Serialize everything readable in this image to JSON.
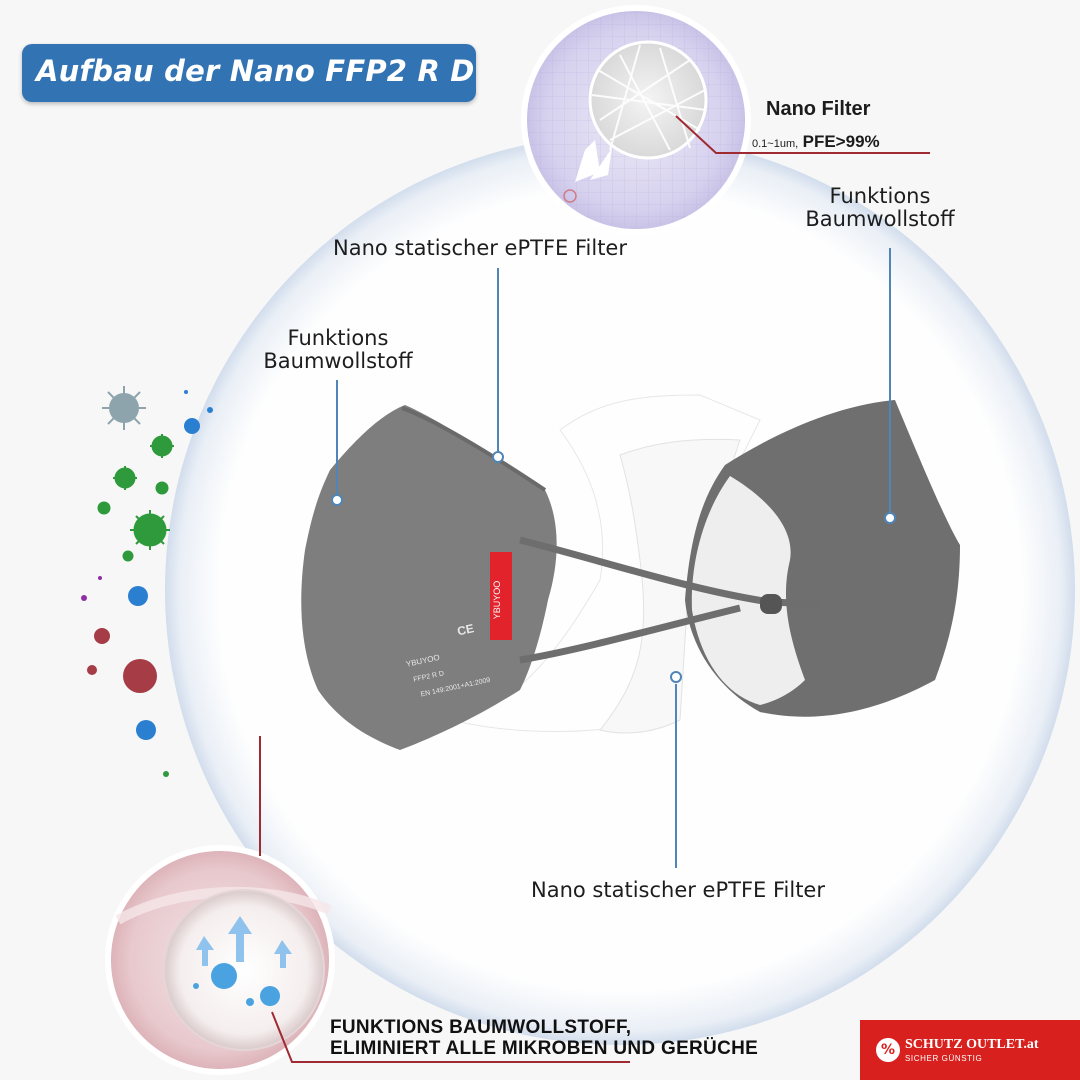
{
  "title": "Aufbau der Nano FFP2 R D",
  "labels": {
    "nano_filter_title": "Nano Filter",
    "nano_filter_spec_small": "0.1~1um,",
    "nano_filter_spec_big": "PFE>99%",
    "outer_left_line1": "Funktions",
    "outer_left_line2": "Baumwollstoff",
    "outer_right_line1": "Funktions",
    "outer_right_line2": "Baumwollstoff",
    "eptfe_top": "Nano statischer ePTFE Filter",
    "eptfe_bottom": "Nano statischer ePTFE Filter"
  },
  "mask_print": {
    "brand": "YBUYOO",
    "marking_1": "FFP2 R D",
    "marking_2": "EN 149:2001+A1:2009",
    "ce": "CE"
  },
  "caption": {
    "line1": "FUNKTIONS BAUMWOLLSTOFF,",
    "line2": "ELIMINIERT ALLE MIKROBEN UND GERÜCHE"
  },
  "logo": {
    "name": "SCHUTZ OUTLET.at",
    "tagline": "SICHER GÜNSTIG",
    "icon": "percent-badge-icon"
  },
  "colors": {
    "title_bg": "#3274b3",
    "callout_line": "#4f86b7",
    "accent_red": "#a02a31",
    "mask_gray": "#7c7c7c",
    "logo_red": "#d8211e"
  }
}
